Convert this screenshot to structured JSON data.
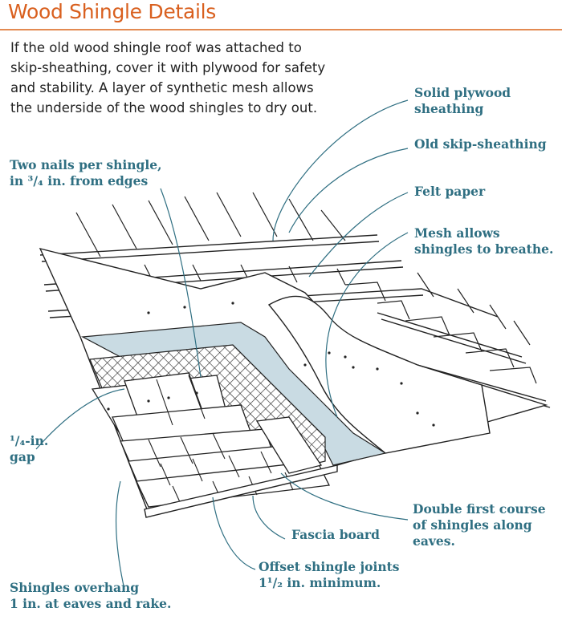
{
  "title": "Wood Shingle Details",
  "intro": "If the old wood shingle roof was attached to skip-sheathing, cover it with plywood for safety and stability. A layer of synthetic mesh allows the underside of the wood shingles to dry out.",
  "labels": {
    "solid_plywood": "Solid plywood\nsheathing",
    "old_skip": "Old skip-sheathing",
    "felt_paper": "Felt paper",
    "mesh": "Mesh allows\nshingles to breathe.",
    "two_nails": "Two nails per shingle,\nin ³/₄ in. from edges",
    "gap": "¹/₄-in.\ngap",
    "double_course": "Double first course\nof shingles along\neaves.",
    "fascia": "Fascia board",
    "offset": "Offset shingle joints\n1¹/₂ in. minimum.",
    "overhang": "Shingles overhang\n1 in. at eaves and rake."
  },
  "colors": {
    "title": "#d9601f",
    "callout": "#2f6f82",
    "felt": "#c9dbe3",
    "line": "#222222"
  }
}
